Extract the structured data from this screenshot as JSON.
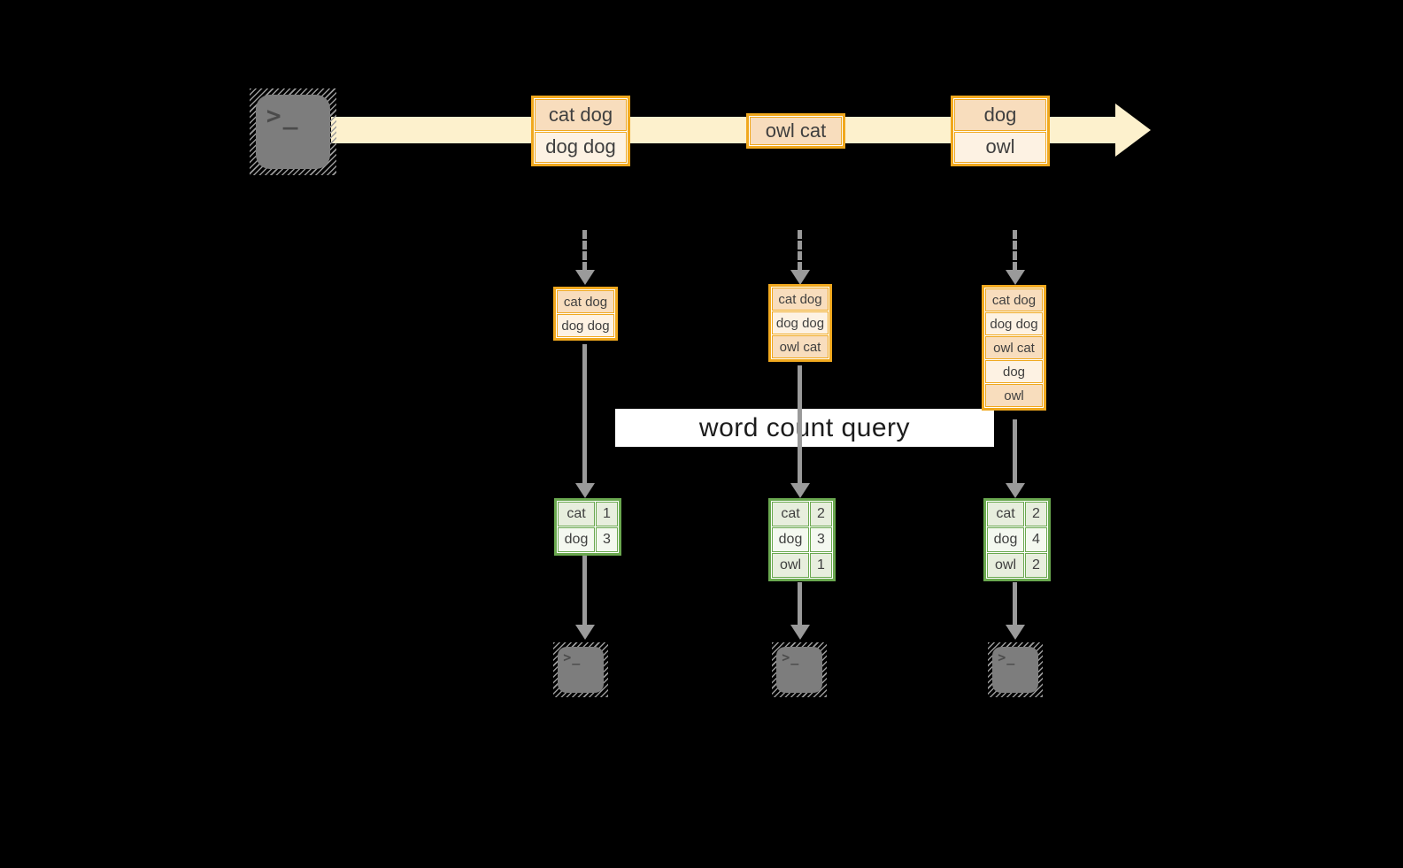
{
  "colors": {
    "gold": "#F0A81E",
    "peach_dark": "#F8DDBD",
    "peach_light": "#FDF2E3",
    "green": "#6AA84F",
    "green_dark": "#E7EEDD",
    "green_light": "#F4F8F0",
    "stream_band": "#FDF1CD",
    "arrow_gray": "#9A9A9A",
    "terminal_gray": "#7D7D7D",
    "ink": "#3F3F3F",
    "query_bg": "#FFFFFF",
    "query_text": "#1C1C1C"
  },
  "terminal_glyph": ">_",
  "stream_batches": [
    {
      "rows": [
        "cat dog",
        "dog dog"
      ]
    },
    {
      "rows": [
        "owl cat"
      ]
    },
    {
      "rows": [
        "dog",
        "owl"
      ]
    }
  ],
  "query": {
    "label": "word count query"
  },
  "columns": [
    {
      "accumulated_rows": [
        "cat dog",
        "dog dog"
      ],
      "count_rows": [
        {
          "word": "cat",
          "count": "1"
        },
        {
          "word": "dog",
          "count": "3"
        }
      ]
    },
    {
      "accumulated_rows": [
        "cat dog",
        "dog dog",
        "owl cat"
      ],
      "count_rows": [
        {
          "word": "cat",
          "count": "2"
        },
        {
          "word": "dog",
          "count": "3"
        },
        {
          "word": "owl",
          "count": "1"
        }
      ]
    },
    {
      "accumulated_rows": [
        "cat dog",
        "dog dog",
        "owl cat",
        "dog",
        "owl"
      ],
      "count_rows": [
        {
          "word": "cat",
          "count": "2"
        },
        {
          "word": "dog",
          "count": "4"
        },
        {
          "word": "owl",
          "count": "2"
        }
      ]
    }
  ]
}
